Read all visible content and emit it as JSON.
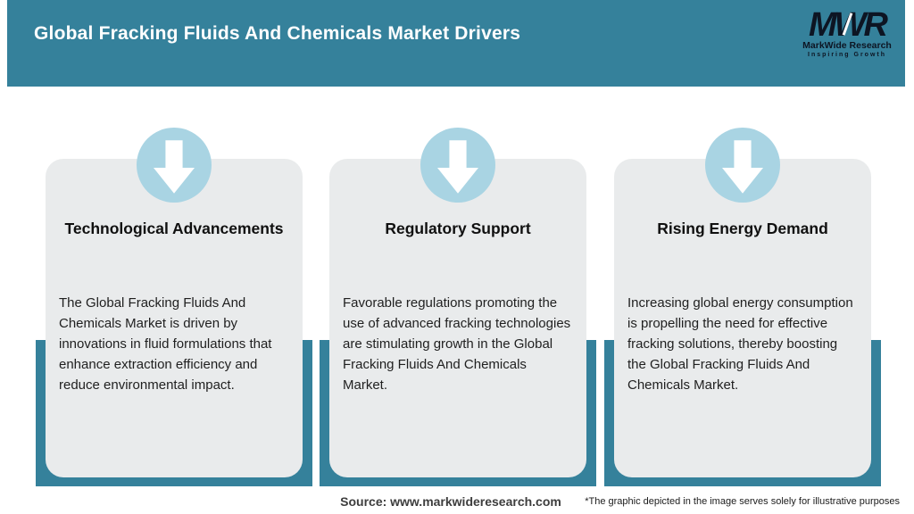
{
  "header": {
    "title": "Global Fracking Fluids And Chemicals Market Drivers",
    "logo": {
      "acronym": "MWR",
      "name": "MarkWide Research",
      "tagline": "Inspiring Growth"
    }
  },
  "cards": [
    {
      "icon": "down-arrow-icon",
      "title": "Technological Advancements",
      "body": "The Global Fracking Fluids And Chemicals Market is driven by innovations in fluid formulations that enhance extraction efficiency and reduce environmental impact."
    },
    {
      "icon": "down-arrow-icon",
      "title": "Regulatory Support",
      "body": "Favorable regulations promoting the use of advanced fracking technologies are stimulating growth in the Global Fracking Fluids And Chemicals Market."
    },
    {
      "icon": "down-arrow-icon",
      "title": "Rising Energy Demand",
      "body": "Increasing global energy consumption is propelling the need for effective fracking solutions, thereby boosting the Global Fracking Fluids And Chemicals Market."
    }
  ],
  "footer": {
    "source": "Source: www.markwideresearch.com",
    "disclaimer": "*The graphic depicted in the image serves solely for illustrative purposes"
  },
  "colors": {
    "teal": "#35819b",
    "circle_blue": "#a9d4e3",
    "card_gray": "#e9ebec",
    "logo_dark": "#0d1523"
  }
}
